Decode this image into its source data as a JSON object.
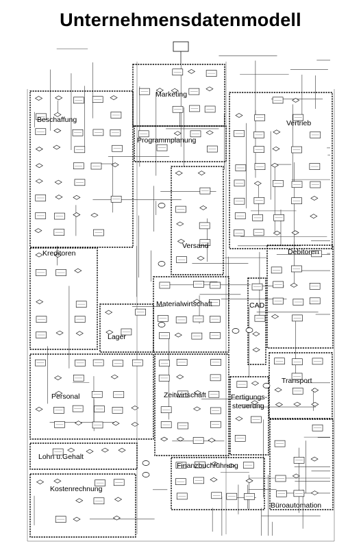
{
  "title": "Unternehmensdatenmodell",
  "modules": [
    {
      "id": "marketing",
      "label": "Marketing"
    },
    {
      "id": "beschaffung",
      "label": "Beschaffung"
    },
    {
      "id": "vertrieb",
      "label": "Vertrieb"
    },
    {
      "id": "programmplanung",
      "label": "Programmplanung"
    },
    {
      "id": "versand",
      "label": "Versand"
    },
    {
      "id": "kreditoren",
      "label": "Kreditoren"
    },
    {
      "id": "debitoren",
      "label": "Debitoren"
    },
    {
      "id": "materialwirtschaft",
      "label": "Materialwirtschaft"
    },
    {
      "id": "cad",
      "label": "CAD"
    },
    {
      "id": "lager",
      "label": "Lager"
    },
    {
      "id": "personal",
      "label": "Personal"
    },
    {
      "id": "zeitwirtschaft",
      "label": "Zeitwirtschaft"
    },
    {
      "id": "transport",
      "label": "Transport"
    },
    {
      "id": "fertigungssteuerung",
      "label": "Fertigungs-\nsteuerung"
    },
    {
      "id": "lohn",
      "label": "Lohn u.Gehalt"
    },
    {
      "id": "finanzbuchfuehrung",
      "label": "Finanzbuchführung"
    },
    {
      "id": "kostenrechnung",
      "label": "Kostenrechnung"
    },
    {
      "id": "bueroautomation",
      "label": "Büroautomation"
    }
  ]
}
